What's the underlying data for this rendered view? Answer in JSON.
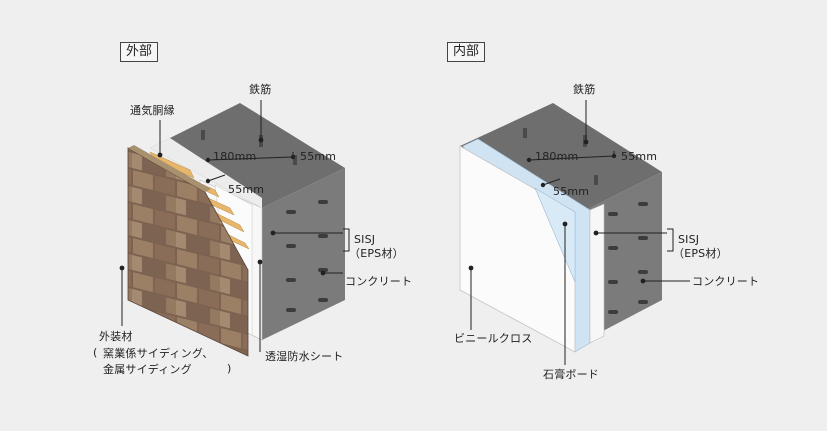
{
  "exterior": {
    "section_tag": "外部",
    "rebar": "鉄筋",
    "vent_furring": "通気胴縁",
    "dim_180": "180mm",
    "dim_55_top": "55mm",
    "dim_55_left": "55mm",
    "sisj": "SISJ",
    "eps": "（EPS材）",
    "concrete": "コンクリート",
    "waterproof_sheet": "透湿防水シート",
    "cladding_title": "外装材",
    "cladding_line1": "窯業係サイディング、",
    "cladding_line2": "金属サイディング"
  },
  "interior": {
    "section_tag": "内部",
    "rebar": "鉄筋",
    "dim_180": "180mm",
    "dim_55_top": "55mm",
    "dim_55_left": "55mm",
    "sisj": "SISJ",
    "eps": "（EPS材）",
    "concrete": "コンクリート",
    "vinyl_cloth": "ビニールクロス",
    "gypsum_board": "石膏ボード"
  },
  "colors": {
    "background": "#efefef",
    "concrete_top": "#6e6e6e",
    "concrete_side": "#7b7b7b",
    "insulation": "#f7f7f7",
    "wood": "#e8b66a",
    "brick_light": "#9e8a72",
    "brick_dark": "#6f5746",
    "gypsum": "#cfe3f3"
  }
}
